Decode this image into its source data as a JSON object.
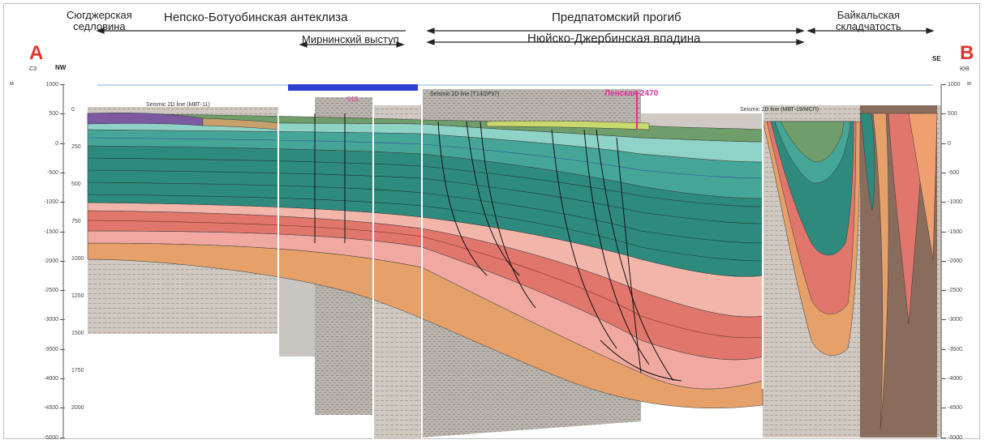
{
  "regions": {
    "sugd": [
      "Сюгджерская",
      "седловина"
    ],
    "nepsko": "Непско-Ботуобинская антеклиза",
    "mirny": "Мирнинский выступ",
    "predpat": "Предпатомский прогиб",
    "nyuisko": "Нюйско-Джербинская впадина",
    "baikal": [
      "Байкальская",
      "складчатость"
    ]
  },
  "ends": {
    "left": "A",
    "right": "B"
  },
  "directions": {
    "left": "NW",
    "right": "SE",
    "left_small": "СЗ",
    "right_small": "ЮВ"
  },
  "depth_unit": "м",
  "depth_ticks_left": [
    "1000",
    "500",
    "0",
    "-500",
    "-1000",
    "-1500",
    "-2000",
    "-2500",
    "-3000",
    "-3500",
    "-4000",
    "-4500",
    "-5000"
  ],
  "depth_ticks_right": [
    "1000",
    "500",
    "0",
    "-500",
    "-1000",
    "-1500",
    "-2000",
    "-2500",
    "-3000",
    "-3500",
    "-4000",
    "-4500",
    "-5000"
  ],
  "time_ticks": [
    "0",
    "250",
    "500",
    "750",
    "1000",
    "1250",
    "1500",
    "1750",
    "2000"
  ],
  "well_label": "Ленская-2470",
  "well_mark": "515",
  "panel_labels": [
    "Seismic 2D line (МВТ-11)",
    "Seismic 2D line (T14/2Р97)",
    "Seismic 2D line (МВТ-19/МСП)"
  ],
  "colors": {
    "accent": "#e8322c",
    "well": "#e0309a",
    "teal": "#2f8b7c",
    "salmon": "#e58a74",
    "orange": "#e8a070"
  }
}
